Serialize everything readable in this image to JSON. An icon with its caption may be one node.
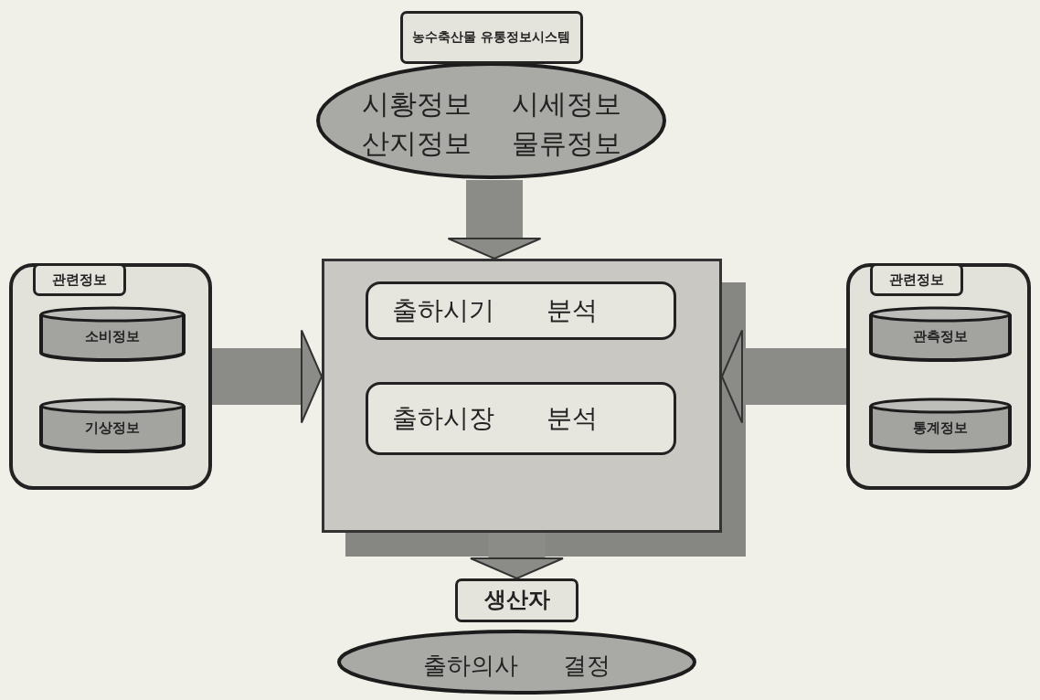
{
  "diagram": {
    "nodes": [
      {
        "text": [
          "농수축산물 유통정보시스템",
          "시황정보",
          "시세정보",
          "산지정보",
          "물류정보"
        ]
      },
      {
        "text": [
          "관련정보"
        ]
      },
      {
        "text": [
          "소비정보"
        ],
        "in": 1
      },
      {
        "text": [
          "기상정보"
        ],
        "in": 1
      },
      {
        "text": [],
        "shape": "box"
      },
      {
        "text": [
          "출하시기 분석"
        ],
        "in": 4
      },
      {
        "text": [
          "출하시장 분석"
        ],
        "in": 4
      },
      {
        "text": [
          "관련정보"
        ]
      },
      {
        "text": [
          "관측정보"
        ],
        "in": 7
      },
      {
        "text": [
          "통계정보"
        ],
        "in": 7
      },
      {
        "text": [
          "생산자",
          "출하의사 결정"
        ]
      }
    ],
    "edges": [
      {
        "from": 0,
        "to": 4,
        "arrow": "to"
      },
      {
        "from": 1,
        "to": 4,
        "arrow": "to"
      },
      {
        "from": 7,
        "to": 4,
        "arrow": "to"
      },
      {
        "from": 4,
        "to": 10,
        "arrow": "to"
      }
    ]
  }
}
